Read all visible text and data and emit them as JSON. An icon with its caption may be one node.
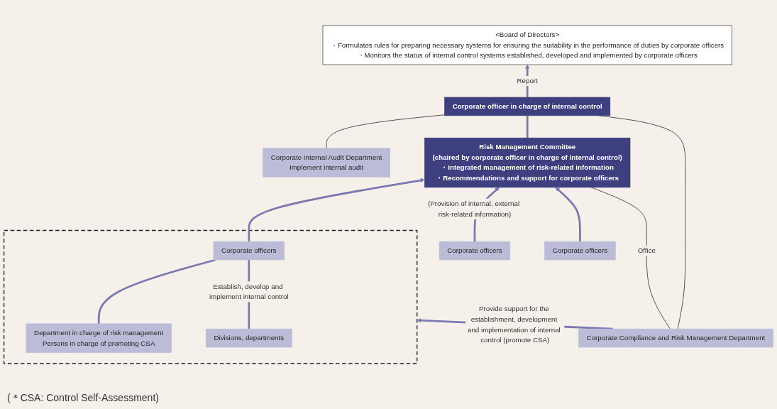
{
  "diagram": {
    "nodes": [
      {
        "text": [
          "<Board of Directors>",
          "・Formulates rules for preparing necessary systems for ensuring the suitability in the performance of duties by corporate officers",
          "・Monitors the status of internal control systems established, developed and implemented by corporate officers"
        ]
      },
      {
        "text": [
          "Corporate officer in charge of internal control"
        ]
      },
      {
        "text": [
          "Corporate Internal Audit Department",
          "Implement internal audit"
        ]
      },
      {
        "text": [
          "Risk Management Committee",
          "(chaired by corporate officer in charge of internal control)",
          "・Integrated management of risk-related information",
          "・Recommendations and support for corporate officers"
        ]
      },
      {
        "text": [
          "Corporate Compliance and Risk Management Department"
        ]
      },
      {
        "text": [
          "Corporate officers"
        ]
      },
      {
        "text": [
          "Corporate officers"
        ]
      },
      {
        "text": [],
        "shape": "box"
      },
      {
        "text": [
          "Corporate officers"
        ],
        "in": 7
      },
      {
        "text": [
          "Department in charge of risk management",
          "Persons in charge of promoting CSA"
        ],
        "in": 7
      },
      {
        "text": [
          "Divisions, departments"
        ],
        "in": 7
      }
    ],
    "edges": [
      {
        "from": 1,
        "to": 0,
        "arrow": "to",
        "label": "Report"
      },
      {
        "from": 2,
        "to": 1,
        "arrow": "none",
        "color": "#333333"
      },
      {
        "from": 4,
        "to": 1,
        "arrow": "none",
        "color": "#333333"
      },
      {
        "from": 3,
        "to": 1,
        "arrow": "none"
      },
      {
        "from": 4,
        "to": 3,
        "arrow": "none",
        "label": "Office",
        "color": "#333333"
      },
      {
        "from": 5,
        "to": 3,
        "arrow": "to",
        "label": "(Provision of internal, external risk-related information)"
      },
      {
        "from": 6,
        "to": 3,
        "arrow": "to"
      },
      {
        "from": 8,
        "to": 3,
        "arrow": "to"
      },
      {
        "from": 9,
        "to": 8,
        "arrow": "none"
      },
      {
        "from": 10,
        "to": 8,
        "arrow": "none",
        "label": "Establish, develop and implement internal control"
      },
      {
        "from": 4,
        "to": 7,
        "arrow": "to",
        "label": "Provide support for the establishment, development and implementation of internal control (promote CSA)"
      }
    ],
    "labels": [
      "(＊CSA: Control Self-Assessment)"
    ]
  }
}
